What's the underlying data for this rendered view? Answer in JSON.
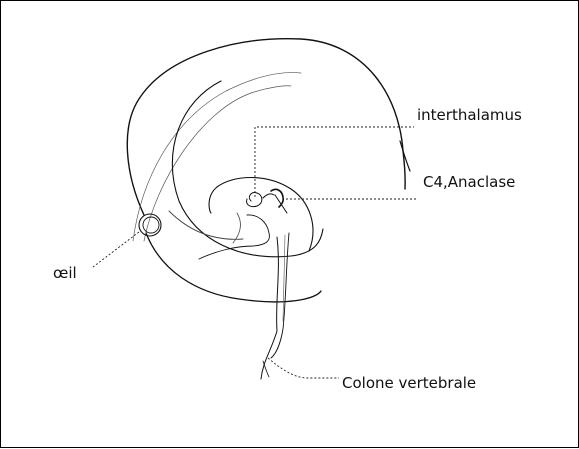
{
  "labels": {
    "interthalamus": "interthalamus",
    "c4_anaclase": "C4,Anaclase",
    "oeil": "œil",
    "colone_vertebrale": "Colone vertebrale"
  }
}
